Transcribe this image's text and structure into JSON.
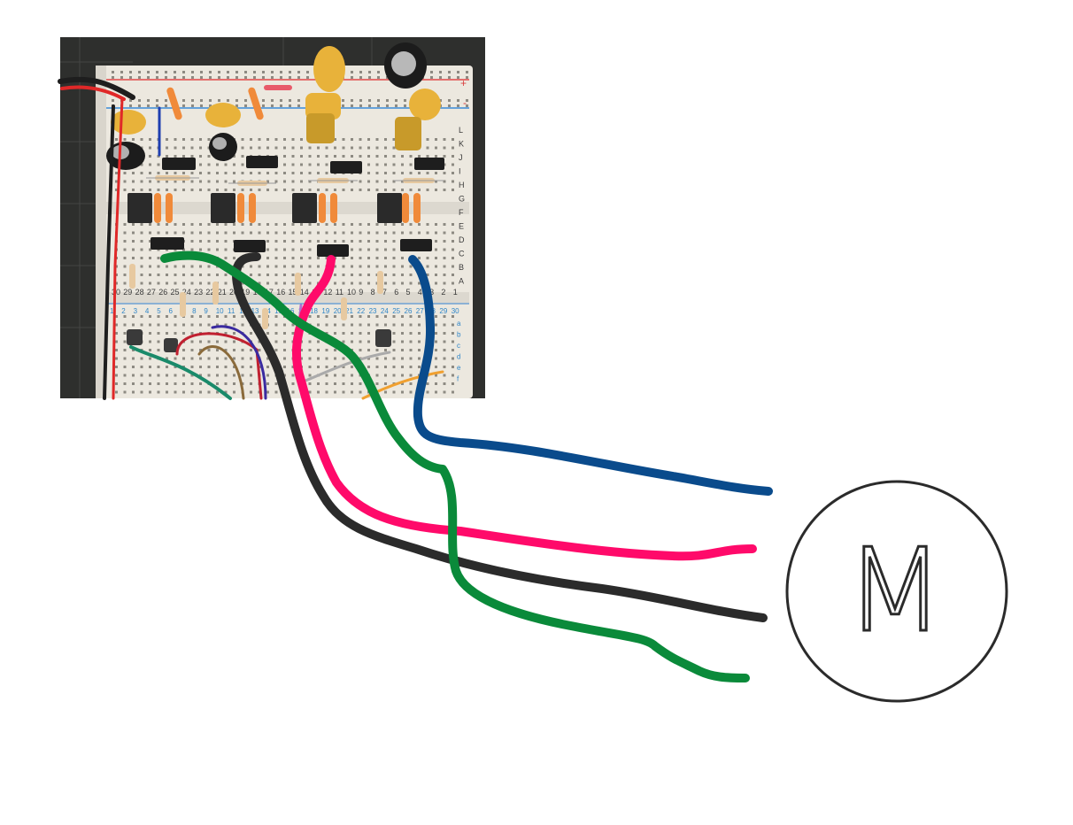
{
  "breadboard": {
    "row_letters_upper": [
      "L",
      "K",
      "J",
      "I",
      "H",
      "G",
      "F",
      "E",
      "D",
      "C",
      "B",
      "A"
    ],
    "row_letters_lower": [
      "a",
      "b",
      "c",
      "d",
      "e",
      "f"
    ],
    "column_numbers_upper": [
      "30",
      "29",
      "28",
      "27",
      "26",
      "25",
      "24",
      "23",
      "22",
      "21",
      "20",
      "19",
      "18",
      "17",
      "16",
      "15",
      "14",
      "13",
      "12",
      "11",
      "10",
      "9",
      "8",
      "7",
      "6",
      "5",
      "4",
      "3",
      "2",
      "1"
    ],
    "column_numbers_lower": [
      "1",
      "2",
      "3",
      "4",
      "5",
      "6",
      "7",
      "8",
      "9",
      "10",
      "11",
      "12",
      "13",
      "14",
      "15",
      "16",
      "17",
      "18",
      "19",
      "20",
      "21",
      "22",
      "23",
      "24",
      "25",
      "26",
      "27",
      "28",
      "29",
      "30"
    ],
    "rail_plus": "+",
    "rail_minus": "-"
  },
  "motor": {
    "label": "M"
  },
  "wires": [
    {
      "name": "blue",
      "color": "#0a4b8c"
    },
    {
      "name": "pink",
      "color": "#ff0a6a"
    },
    {
      "name": "black",
      "color": "#2b2b2b"
    },
    {
      "name": "green",
      "color": "#0a8a3a"
    }
  ]
}
